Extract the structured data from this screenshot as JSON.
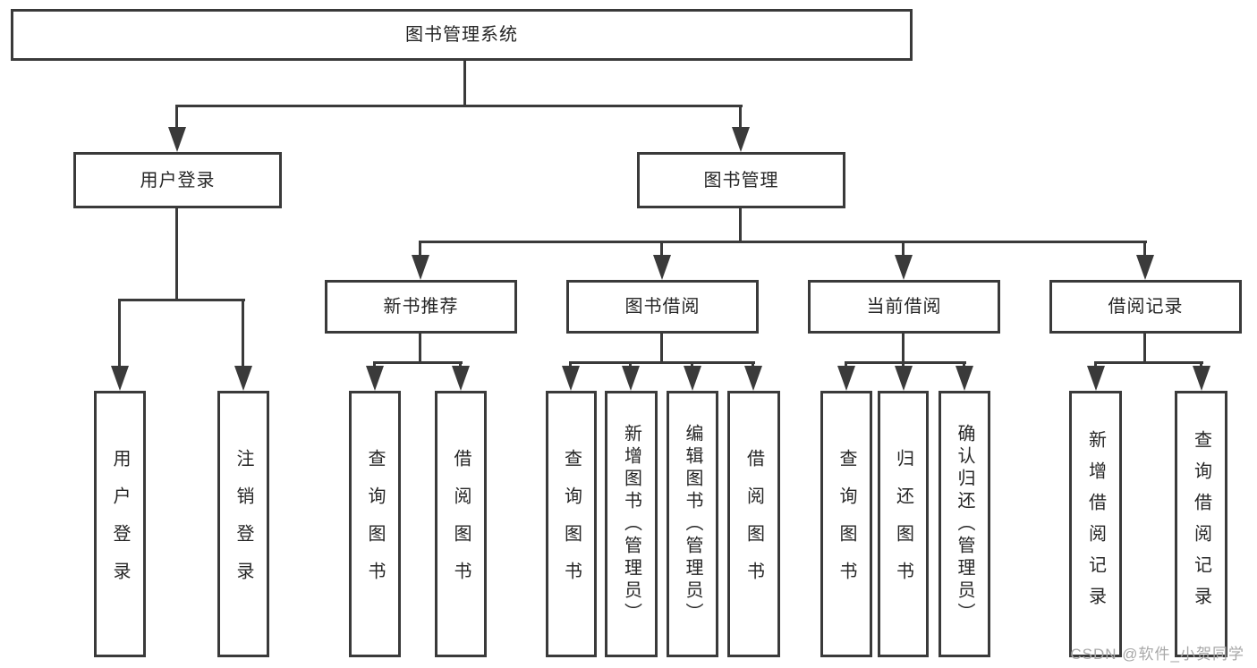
{
  "diagram_title": "图书管理系统",
  "nodes": {
    "root": "图书管理系统",
    "user_login": "用户登录",
    "book_mgmt": "图书管理",
    "new_book_rec": "新书推荐",
    "book_borrow": "图书借阅",
    "current_borrow": "当前借阅",
    "borrow_record": "借阅记录",
    "ul_user_login": "用户登录",
    "ul_logout": "注销登录",
    "nb_query_book": "查询图书",
    "nb_borrow_book": "借阅图书",
    "bb_query_book": "查询图书",
    "bb_add_book": "新增图书（管理员）",
    "bb_edit_book": "编辑图书（管理员）",
    "bb_borrow_book": "借阅图书",
    "cb_query_book": "查询图书",
    "cb_return_book": "归还图书",
    "cb_confirm_return": "确认归还（管理员）",
    "br_add_record": "新增借阅记录",
    "br_query_record": "查询借阅记录"
  },
  "hierarchy": {
    "图书管理系统": {
      "用户登录": [
        "用户登录",
        "注销登录"
      ],
      "图书管理": {
        "新书推荐": [
          "查询图书",
          "借阅图书"
        ],
        "图书借阅": [
          "查询图书",
          "新增图书（管理员）",
          "编辑图书（管理员）",
          "借阅图书"
        ],
        "当前借阅": [
          "查询图书",
          "归还图书",
          "确认归还（管理员）"
        ],
        "借阅记录": [
          "新增借阅记录",
          "查询借阅记录"
        ]
      }
    }
  },
  "watermark": "CSDN @软件_小贺同学",
  "colors": {
    "line": "#3a3a3a",
    "text": "#262626",
    "background": "#ffffff",
    "watermark": "#a8a8a8"
  }
}
